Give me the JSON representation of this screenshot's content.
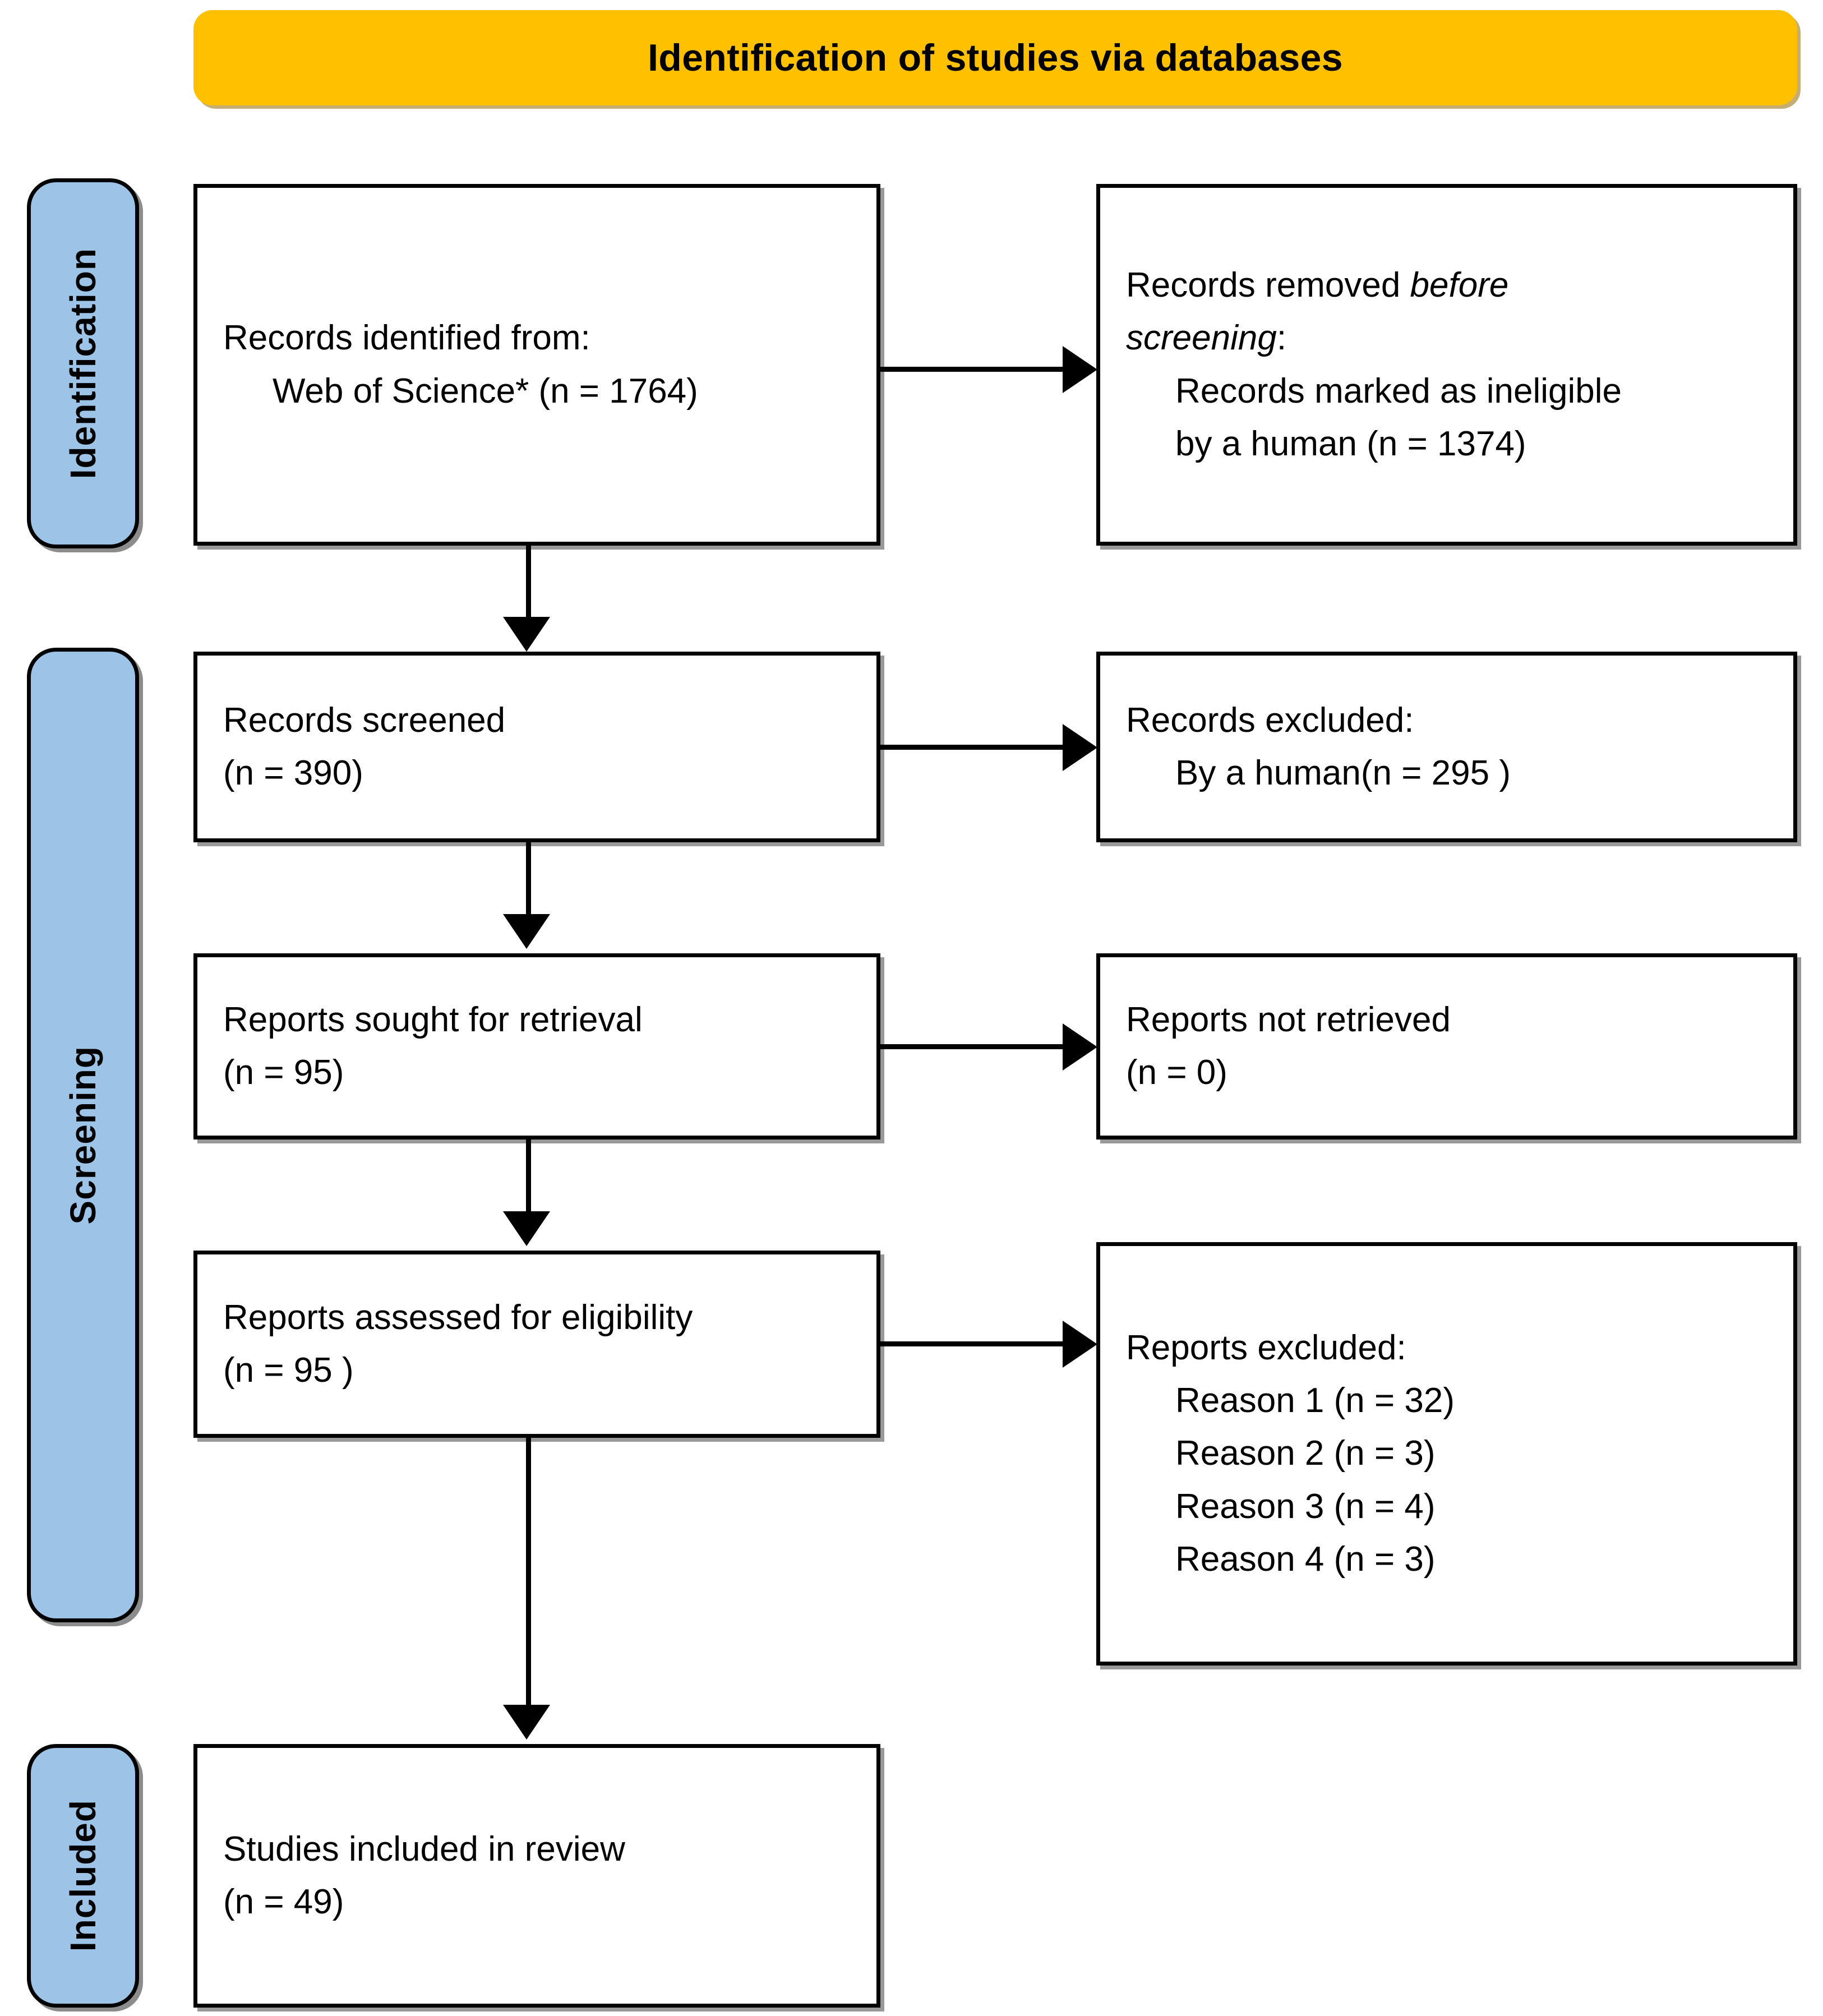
{
  "banner": {
    "title": "Identification of studies via databases"
  },
  "stages": [
    {
      "key": "identification",
      "label": "Identification"
    },
    {
      "key": "screening",
      "label": "Screening"
    },
    {
      "key": "included",
      "label": "Included"
    }
  ],
  "boxes": {
    "identified": {
      "line1": "Records identified from:",
      "line2": "Web of Science* (n = 1764)"
    },
    "removed": {
      "line1_prefix": "Records removed ",
      "line1_italic": "before",
      "line2_italic": "screening",
      "line2_suffix": ":",
      "line3": "Records marked as ineligible",
      "line4": "by a human (n = 1374)"
    },
    "screened": {
      "line1": "Records screened",
      "line2": "(n = 390)"
    },
    "excluded": {
      "line1": "Records excluded:",
      "line2": "By a human(n = 295 )"
    },
    "sought": {
      "line1": "Reports sought for retrieval",
      "line2": "(n = 95)"
    },
    "not_retrieved": {
      "line1": "Reports not retrieved",
      "line2": "(n = 0)"
    },
    "assessed": {
      "line1": "Reports assessed for eligibility",
      "line2": "(n = 95 )"
    },
    "reasons": {
      "heading": "Reports excluded:",
      "items": [
        "Reason 1 (n = 32)",
        "Reason 2 (n = 3)",
        "Reason 3 (n = 4)",
        "Reason 4 (n = 3)"
      ]
    },
    "included": {
      "line1": "Studies included in review",
      "line2": "(n = 49)"
    }
  },
  "chart_data": {
    "type": "diagram",
    "title": "Identification of studies via databases",
    "flow": [
      {
        "stage": "Identification",
        "node": "Records identified from: Web of Science*",
        "n": 1764
      },
      {
        "stage": "Identification",
        "node": "Records removed before screening: Records marked as ineligible by a human",
        "n": 1374
      },
      {
        "stage": "Screening",
        "node": "Records screened",
        "n": 390
      },
      {
        "stage": "Screening",
        "node": "Records excluded: By a human",
        "n": 295
      },
      {
        "stage": "Screening",
        "node": "Reports sought for retrieval",
        "n": 95
      },
      {
        "stage": "Screening",
        "node": "Reports not retrieved",
        "n": 0
      },
      {
        "stage": "Screening",
        "node": "Reports assessed for eligibility",
        "n": 95
      },
      {
        "stage": "Screening",
        "node": "Reports excluded: Reason 1",
        "n": 32
      },
      {
        "stage": "Screening",
        "node": "Reports excluded: Reason 2",
        "n": 3
      },
      {
        "stage": "Screening",
        "node": "Reports excluded: Reason 3",
        "n": 4
      },
      {
        "stage": "Screening",
        "node": "Reports excluded: Reason 4",
        "n": 3
      },
      {
        "stage": "Included",
        "node": "Studies included in review",
        "n": 49
      }
    ]
  },
  "colors": {
    "banner": "#FFC000",
    "stage": "#9DC3E6",
    "box_border": "#000000",
    "box_fill": "#FFFFFF"
  }
}
